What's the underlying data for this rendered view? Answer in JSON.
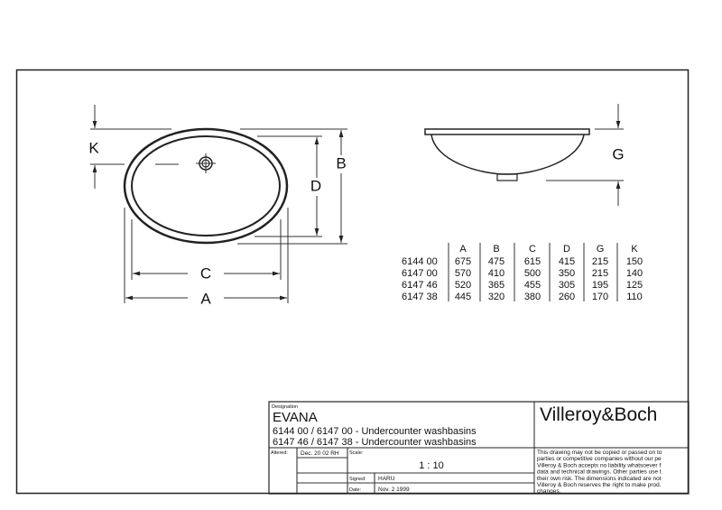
{
  "drawing": {
    "dimension_labels": {
      "K": "K",
      "B": "B",
      "D": "D",
      "C": "C",
      "A": "A",
      "G": "G"
    }
  },
  "table": {
    "headers": [
      "",
      "A",
      "B",
      "C",
      "D",
      "G",
      "K"
    ],
    "rows": [
      [
        "6144 00",
        "675",
        "475",
        "615",
        "415",
        "215",
        "150"
      ],
      [
        "6147 00",
        "570",
        "410",
        "500",
        "350",
        "215",
        "140"
      ],
      [
        "6147 46",
        "520",
        "365",
        "455",
        "305",
        "195",
        "125"
      ],
      [
        "6147 38",
        "445",
        "320",
        "380",
        "260",
        "170",
        "110"
      ]
    ]
  },
  "title_block": {
    "designation_label": "Designation",
    "name": "EVANA",
    "line1": "6144 00 / 6147 00 - Undercounter washbasins",
    "line2": "6147 46 / 6147 38 - Undercounter washbasins",
    "brand": "Villeroy&Boch",
    "altered_label": "Altered:",
    "altered_value": "Dec. 20 02 RH",
    "scale_label": "Scale:",
    "scale_value": "1 : 10",
    "signed_label": "Signed:",
    "signed_value": "HARU",
    "date_label": "Date:",
    "date_value": "Nov. 2 1999",
    "disclaimer": [
      "This drawing may not be copied or passed on to",
      "parties or competitive companies  without our pe",
      "Villeroy & Boch accepts no liability whatsoever f",
      "data and technical drawings. Other parties use t",
      "their own risk. The dimensions indicated are not",
      "Villeroy & Boch reserves the right to make prod.",
      "changes."
    ]
  }
}
